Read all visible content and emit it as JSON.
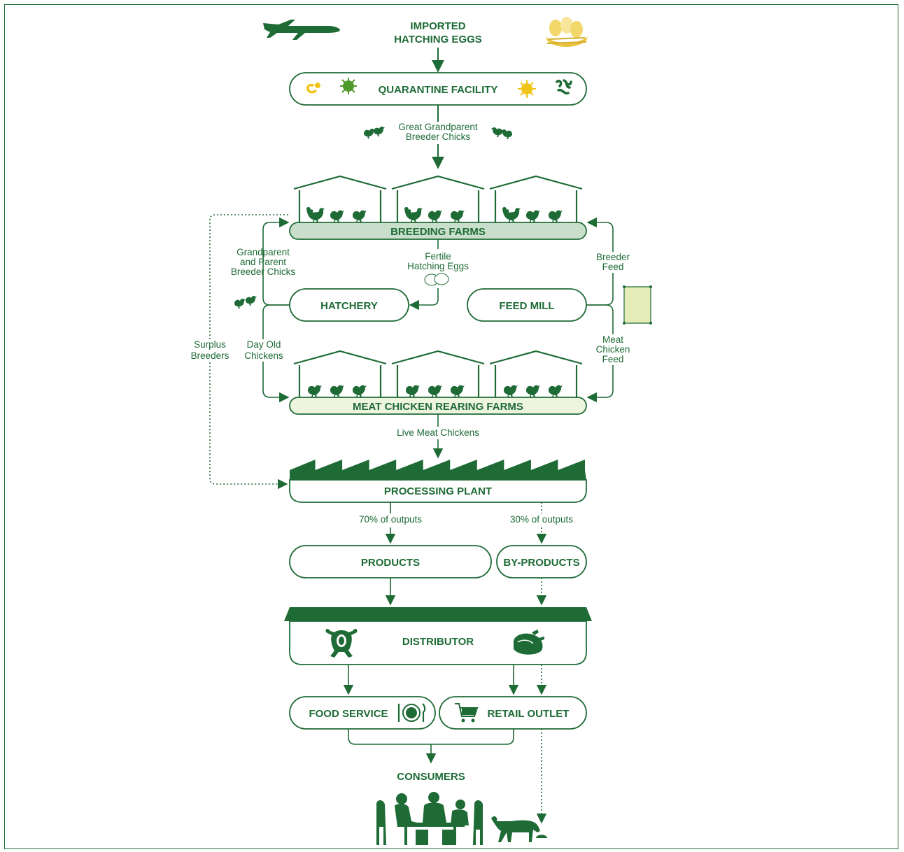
{
  "colors": {
    "green": "#1e6b36",
    "light_green": "#c9dfcc",
    "pale_green": "#eef5df",
    "feed_bag": "#e4edb8",
    "egg_yellow": "#f2d76a",
    "virus_yellow": "#f0c419",
    "virus_green": "#4f9a2a"
  },
  "nodes": {
    "imported": [
      "IMPORTED",
      "HATCHING EGGS"
    ],
    "quarantine": "QUARANTINE FACILITY",
    "breeding": "BREEDING FARMS",
    "hatchery": "HATCHERY",
    "feed_mill": "FEED MILL",
    "meat_farms": "MEAT CHICKEN REARING FARMS",
    "processing": "PROCESSING PLANT",
    "products": "PRODUCTS",
    "byproducts": "BY-PRODUCTS",
    "distributor": "DISTRIBUTOR",
    "food_service": "FOOD SERVICE",
    "retail": "RETAIL OUTLET",
    "consumers": "CONSUMERS"
  },
  "flows": {
    "ggp_chicks": [
      "Great Grandparent",
      "Breeder Chicks"
    ],
    "gp_chicks": [
      "Grandparent",
      "and Parent",
      "Breeder Chicks"
    ],
    "fertile_eggs": [
      "Fertile",
      "Hatching Eggs"
    ],
    "breeder_feed": [
      "Breeder",
      "Feed"
    ],
    "surplus": [
      "Surplus",
      "Breeders"
    ],
    "day_old": [
      "Day Old",
      "Chickens"
    ],
    "meat_feed": [
      "Meat",
      "Chicken",
      "Feed"
    ],
    "live_chickens": "Live Meat Chickens",
    "outputs_70": "70% of outputs",
    "outputs_30": "30% of outputs"
  },
  "icons": {
    "plane": "airplane-icon",
    "nest": "egg-nest-icon",
    "bacteria1": "bacteria-icon",
    "virus1": "virus-icon",
    "virus2": "virus-yellow-icon",
    "bacteria2": "bacteria-cluster-icon",
    "chicks": "chicks-icon",
    "rooster": "rooster-icon",
    "hen": "hen-icon",
    "eggs": "eggs-icon",
    "feed_bag": "feed-bag-icon",
    "whole_chicken": "whole-chicken-icon",
    "roast_chicken": "roast-chicken-icon",
    "plate": "plate-cutlery-icon",
    "cart": "shopping-cart-icon",
    "family": "family-dining-icon",
    "dog": "dog-icon"
  }
}
